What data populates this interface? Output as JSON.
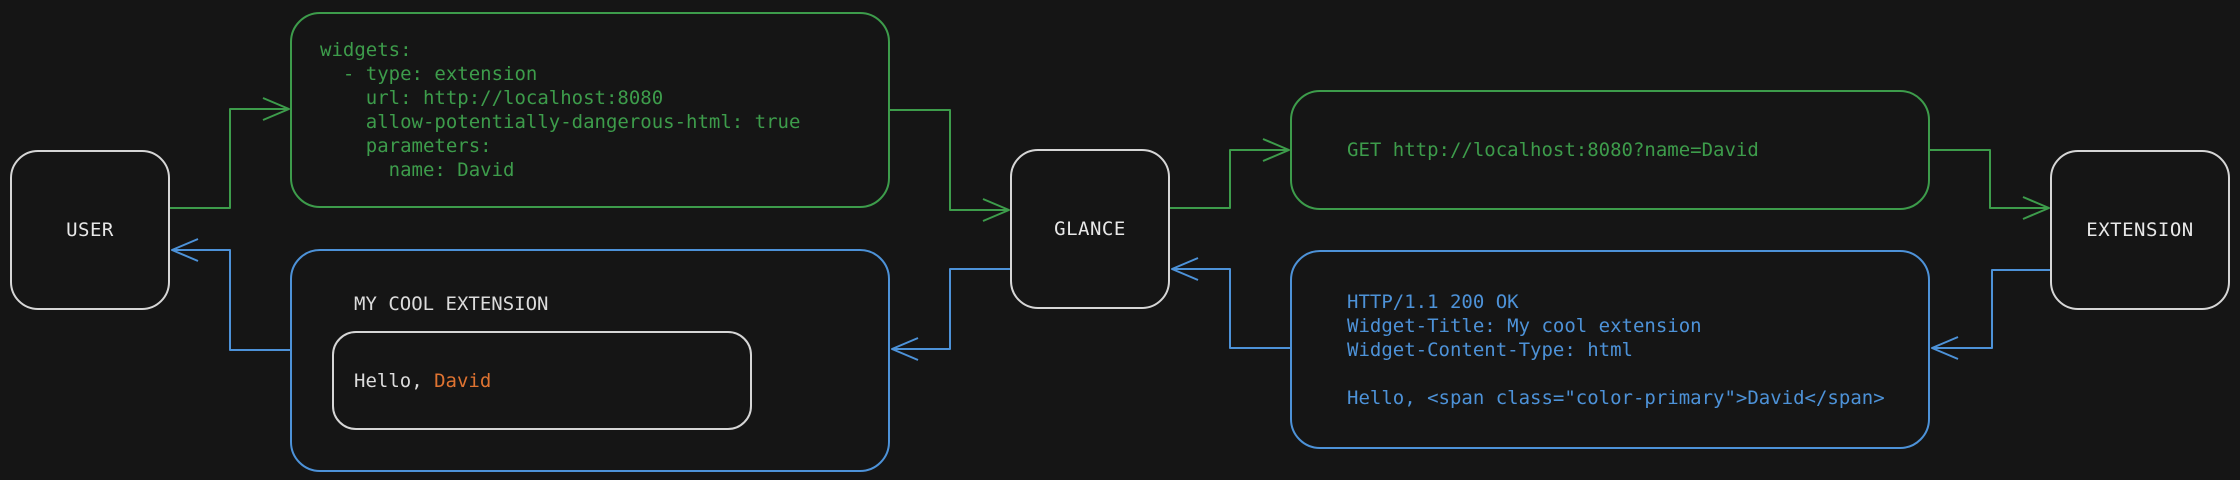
{
  "nodes": {
    "user": {
      "label": "USER"
    },
    "glance": {
      "label": "GLANCE"
    },
    "extension": {
      "label": "EXTENSION"
    }
  },
  "config_box": {
    "lines": [
      "widgets:",
      "  - type: extension",
      "    url: http://localhost:8080",
      "    allow-potentially-dangerous-html: true",
      "    parameters:",
      "      name: David"
    ]
  },
  "request_box": {
    "text": "GET http://localhost:8080?name=David"
  },
  "response_box": {
    "lines": [
      "HTTP/1.1 200 OK",
      "Widget-Title: My cool extension",
      "Widget-Content-Type: html",
      "",
      "Hello, <span class=\"color-primary\">David</span>"
    ]
  },
  "widget_box": {
    "title": "MY COOL EXTENSION",
    "greeting_prefix": "Hello, ",
    "greeting_name": "David"
  },
  "colors": {
    "green": "#3d9c4b",
    "blue": "#4d92d8",
    "orange": "#df7331",
    "node_border": "#d6d6d6",
    "text": "#e8e8e8",
    "background": "#151515"
  }
}
